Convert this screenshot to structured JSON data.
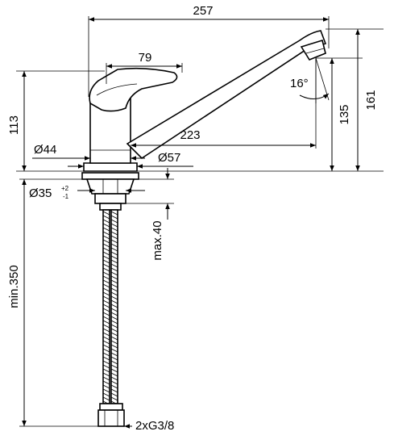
{
  "dimensions": {
    "overall_reach": "257",
    "lever_length": "79",
    "spout_reach": "223",
    "body_height": "113",
    "outlet_height": "135",
    "total_height": "161",
    "body_diameter": "Ø44",
    "base_diameter": "Ø57",
    "hole_diameter": "Ø35",
    "hole_tol_plus": "+2",
    "hole_tol_minus": "-1",
    "max_thickness": "max.40",
    "hose_length": "min.350",
    "connection": "2xG3/8",
    "angle": "16°"
  }
}
